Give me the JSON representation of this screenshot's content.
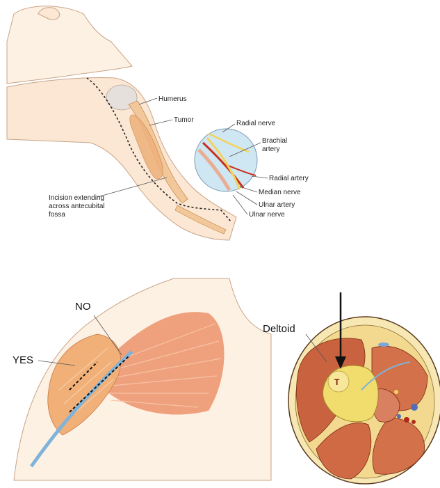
{
  "panels": {
    "arm": {
      "labels": {
        "humerus": "Humerus",
        "tumor": "Tumor",
        "radial_nerve": "Radial nerve",
        "brachial_artery_1": "Brachial",
        "brachial_artery_2": "artery",
        "radial_artery": "Radial artery",
        "median_nerve": "Median nerve",
        "ulnar_artery": "Ulnar artery",
        "ulnar_nerve": "Ulnar nerve",
        "incision_1": "Incision extending",
        "incision_2": "across antecubital",
        "incision_3": "fossa"
      }
    },
    "shoulder": {
      "labels": {
        "no": "NO",
        "yes": "YES"
      }
    },
    "cross_section": {
      "labels": {
        "deltoid": "Deltoid",
        "tumor_marker": "T"
      }
    }
  },
  "colors": {
    "skin": "#fbe7d3",
    "skin_outline": "#c9a487",
    "muscle": "#d9714a",
    "muscle_light": "#eea07a",
    "bone": "#f2c89a",
    "inset_bg": "#cfe6f3",
    "vessel_blue": "#7fb3d9",
    "artery_red": "#c8321e",
    "nerve_yellow": "#f3d35c"
  }
}
